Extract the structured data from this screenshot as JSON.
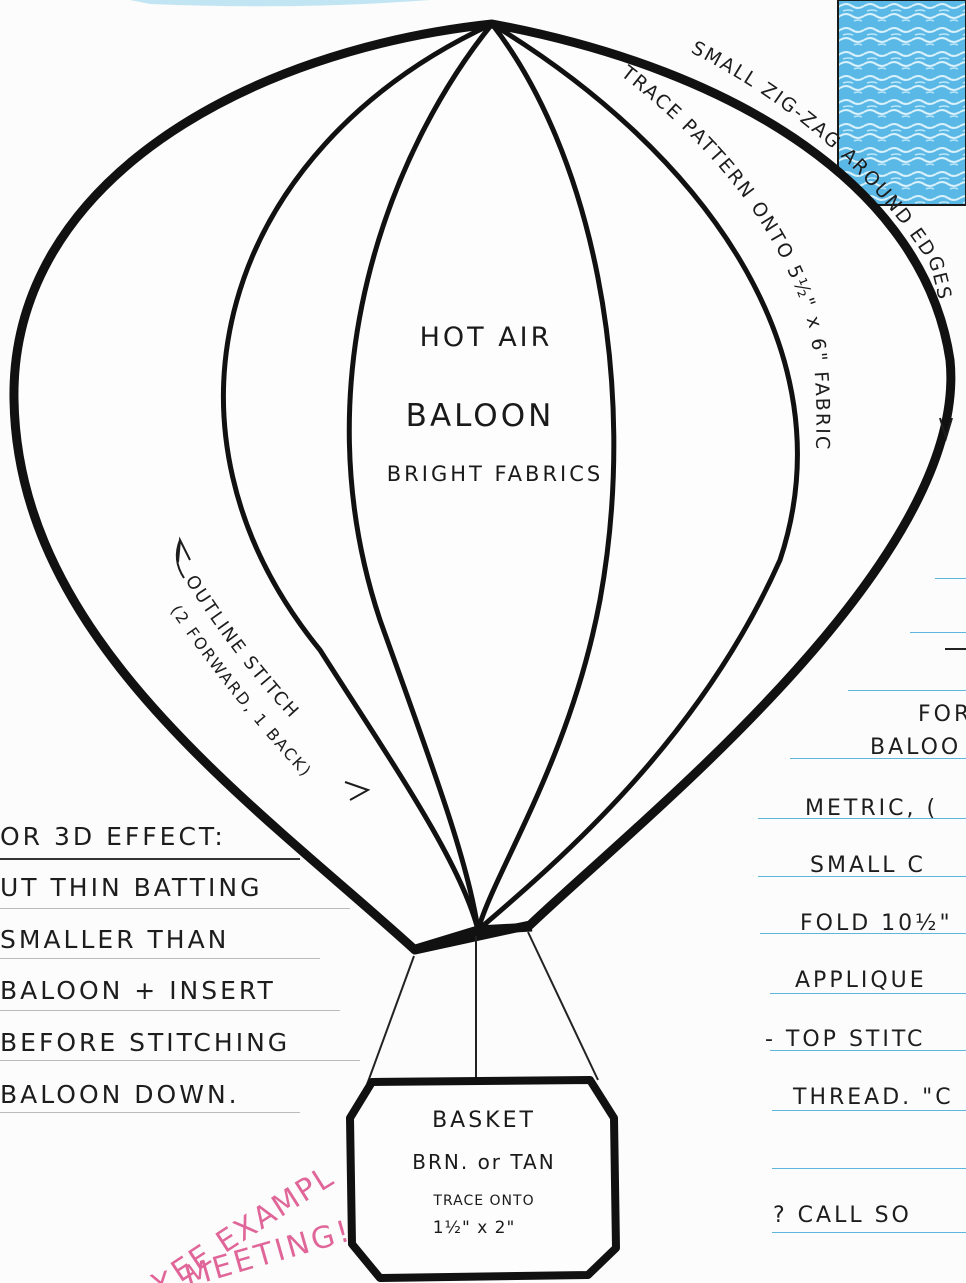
{
  "balloon": {
    "title_line1": "HOT AIR",
    "title_line2": "BALOON",
    "title_line3": "BRIGHT FABRICS"
  },
  "annotations": {
    "zigzag": "SMALL ZIG-ZAG AROUND EDGES",
    "trace": "TRACE PATTERN ONTO 5½\" x 6\" FABRIC",
    "outline_stitch": "OUTLINE STITCH",
    "outline_detail": "(2 FORWARD, 1 BACK)"
  },
  "basket": {
    "label": "BASKET",
    "color": "BRN. or TAN",
    "trace_line1": "TRACE ONTO",
    "trace_line2": "1½\" x 2\""
  },
  "left_notes": [
    "OR 3D EFFECT:",
    "UT THIN BATTING",
    "SMALLER THAN",
    "BALOON + INSERT",
    "BEFORE STITCHING",
    "BALOON DOWN."
  ],
  "right_notes": [
    "FOR",
    "BALOO",
    "METRIC, (",
    "SMALL C",
    "FOLD 10½\"",
    "APPLIQUE",
    "- TOP STITC",
    "THREAD. \"C",
    "? CALL SO"
  ],
  "pink_note": {
    "line1": "EE EXAMPLES AT",
    "line2": "Y MEETING!"
  },
  "colors": {
    "ink": "#1a1a1a",
    "ruled_line": "#5fb6dd",
    "pink_ink": "#e0669a",
    "swatch_blue": "#5ab8e6",
    "paper": "#fbfcfb"
  }
}
